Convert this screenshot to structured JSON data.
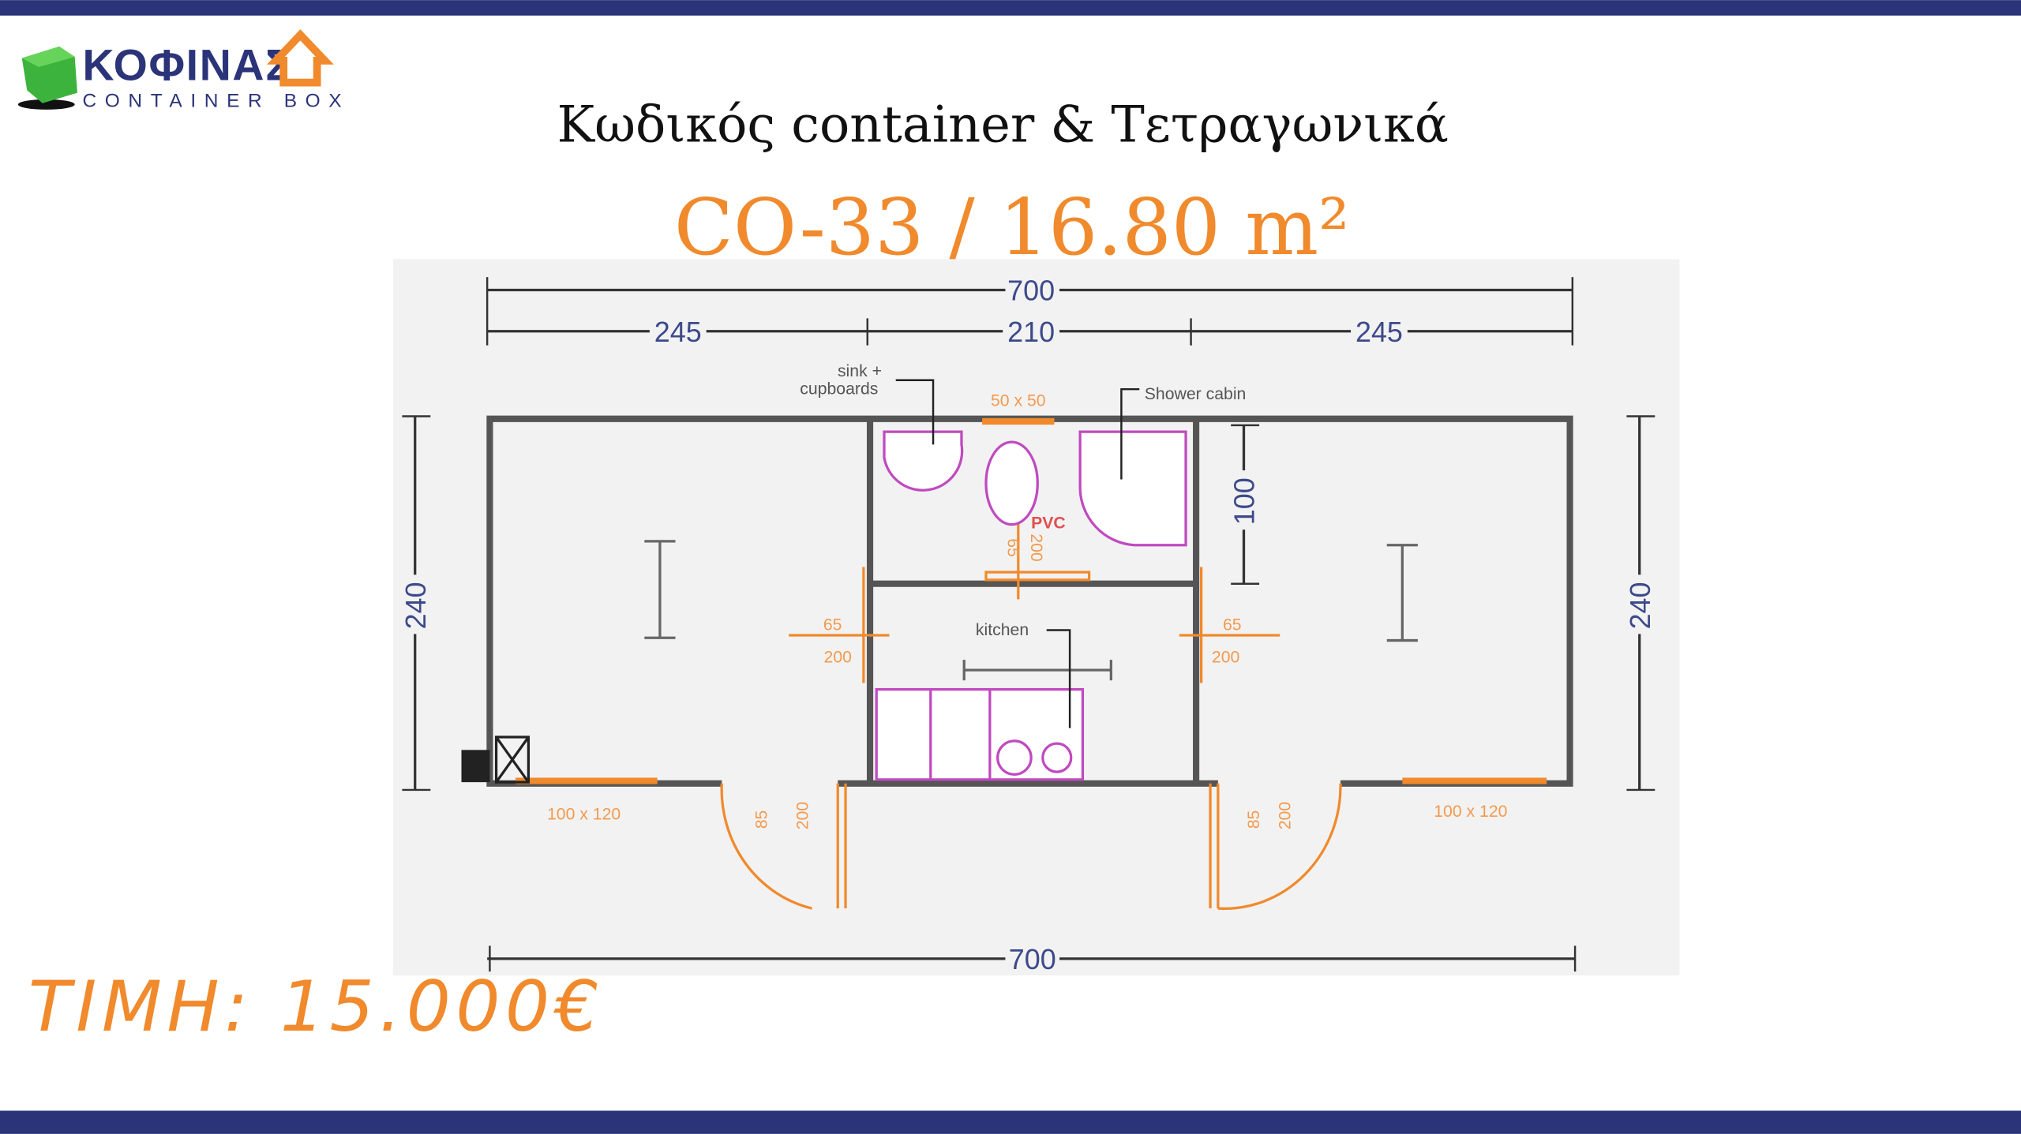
{
  "brand": {
    "name": "ΚΟΦΙΝΑΣ",
    "subtitle": "CONTAINER BOX",
    "colors": {
      "navy": "#2b3479",
      "orange": "#f08a2c",
      "green": "#3cb33c"
    }
  },
  "header": {
    "title": "Κωδικός container & Τετραγωνικά",
    "code": "CO-33 / 16.80 m²"
  },
  "price": {
    "label": "ΤΙΜΗ: 15.000€"
  },
  "floor_plan": {
    "dims": {
      "total_top": "700",
      "left": "245",
      "middle": "210",
      "right": "245",
      "height_left": "240",
      "height_right": "240",
      "bath_depth": "100",
      "total_bottom": "700"
    },
    "labels": {
      "sink_line1": "sink +",
      "sink_line2": "cupboards",
      "window_bath": "50 x 50",
      "shower": "Shower cabin",
      "kitchen": "kitchen",
      "pvc": "PVC",
      "bath_door_w": "65",
      "bath_door_h": "200",
      "left_int_door_w": "65",
      "left_int_door_h": "200",
      "right_int_door_w": "65",
      "right_int_door_h": "200",
      "window_left": "100 x 120",
      "window_right": "100 x 120",
      "left_door_w": "85",
      "left_door_h": "200",
      "right_door_w": "85",
      "right_door_h": "200"
    }
  }
}
